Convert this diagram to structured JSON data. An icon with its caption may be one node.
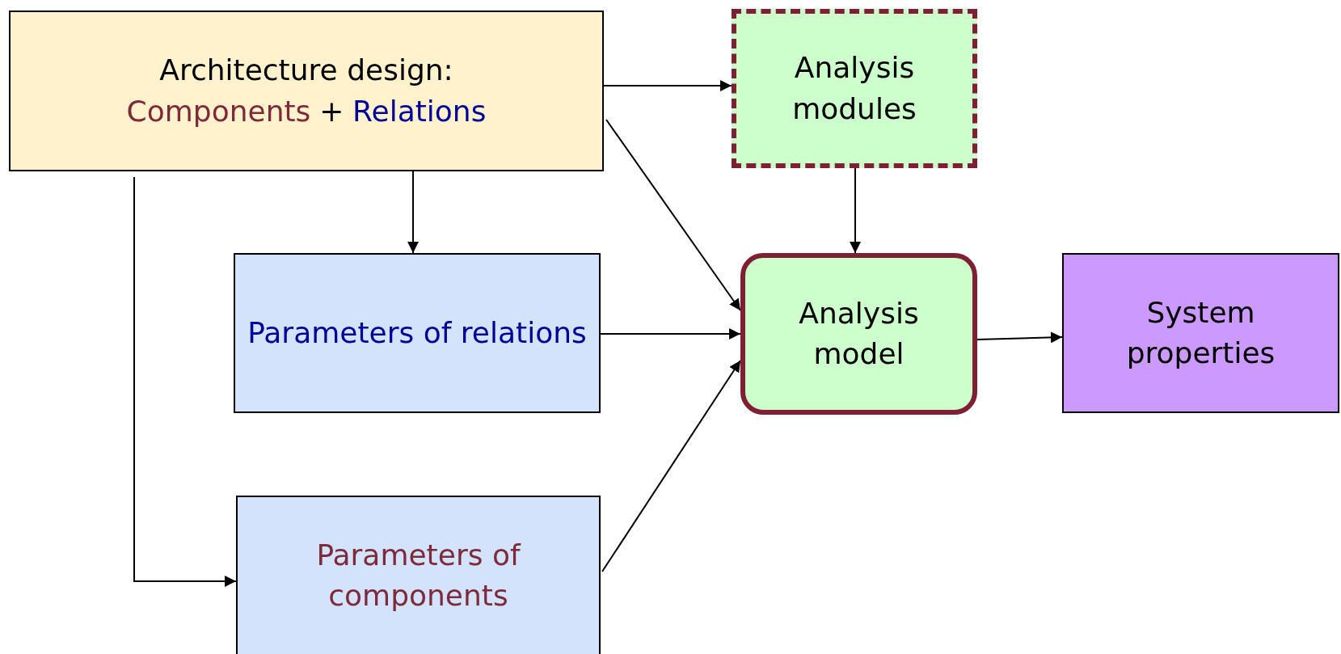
{
  "diagram": {
    "nodes": [
      {
        "text": [
          "Architecture design:",
          "Components",
          "+",
          "Relations"
        ]
      },
      {
        "text": [
          "Analysis modules"
        ]
      },
      {
        "text": [
          "Parameters of relations"
        ]
      },
      {
        "text": [
          "Analysis model"
        ]
      },
      {
        "text": [
          "System properties"
        ]
      },
      {
        "text": [
          "Parameters of components"
        ]
      }
    ],
    "edges": [
      {
        "from": 0,
        "to": 1,
        "arrow": "to"
      },
      {
        "from": 0,
        "to": 2,
        "arrow": "to"
      },
      {
        "from": 0,
        "to": 3,
        "arrow": "to"
      },
      {
        "from": 0,
        "to": 5,
        "arrow": "to"
      },
      {
        "from": 1,
        "to": 3,
        "arrow": "to"
      },
      {
        "from": 2,
        "to": 3,
        "arrow": "to"
      },
      {
        "from": 5,
        "to": 3,
        "arrow": "to"
      },
      {
        "from": 3,
        "to": 4,
        "arrow": "to"
      }
    ]
  }
}
